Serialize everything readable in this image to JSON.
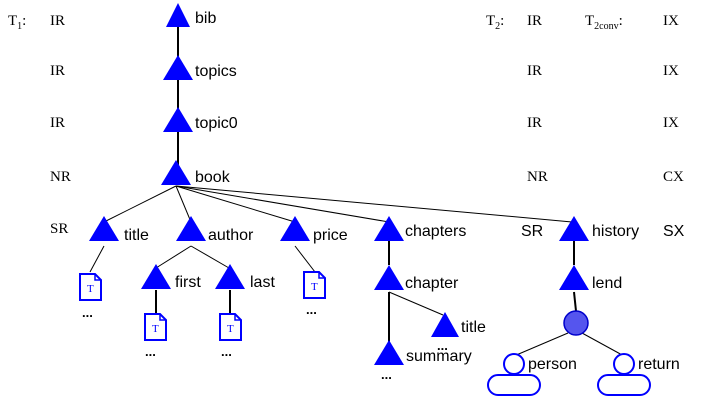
{
  "tree_labels": {
    "t1_main": "T",
    "t1_sub": "1",
    "t1_colon": ":",
    "t2_main": "T",
    "t2_sub": "2",
    "t2_colon": ":",
    "t2conv_main": "T",
    "t2conv_sub": "2conv",
    "t2conv_colon": ":"
  },
  "t1_locks": [
    "IR",
    "IR",
    "IR",
    "NR",
    "SR"
  ],
  "t2_locks": [
    "IR",
    "IR",
    "IR",
    "NR",
    "SR"
  ],
  "t2conv_locks": [
    "IX",
    "IX",
    "IX",
    "CX",
    "SX"
  ],
  "nodes": {
    "bib": "bib",
    "topics": "topics",
    "topic0": "topic0",
    "book": "book",
    "title": "title",
    "author": "author",
    "price": "price",
    "chapters": "chapters",
    "history": "history",
    "first": "first",
    "last": "last",
    "chapter": "chapter",
    "chapter_title": "title",
    "summary": "summary",
    "lend": "lend",
    "person": "person",
    "return": "return"
  },
  "text_node_glyph": "T",
  "ellipsis": "...",
  "colors": {
    "node_fill": "#0000ff",
    "filled_circle": "#5555ee",
    "edge": "#000000"
  },
  "icons": {
    "element_node": "triangle-icon",
    "text_node": "document-icon",
    "attribute_node": "oval-icon",
    "anonymous_node": "filled-circle-icon"
  }
}
